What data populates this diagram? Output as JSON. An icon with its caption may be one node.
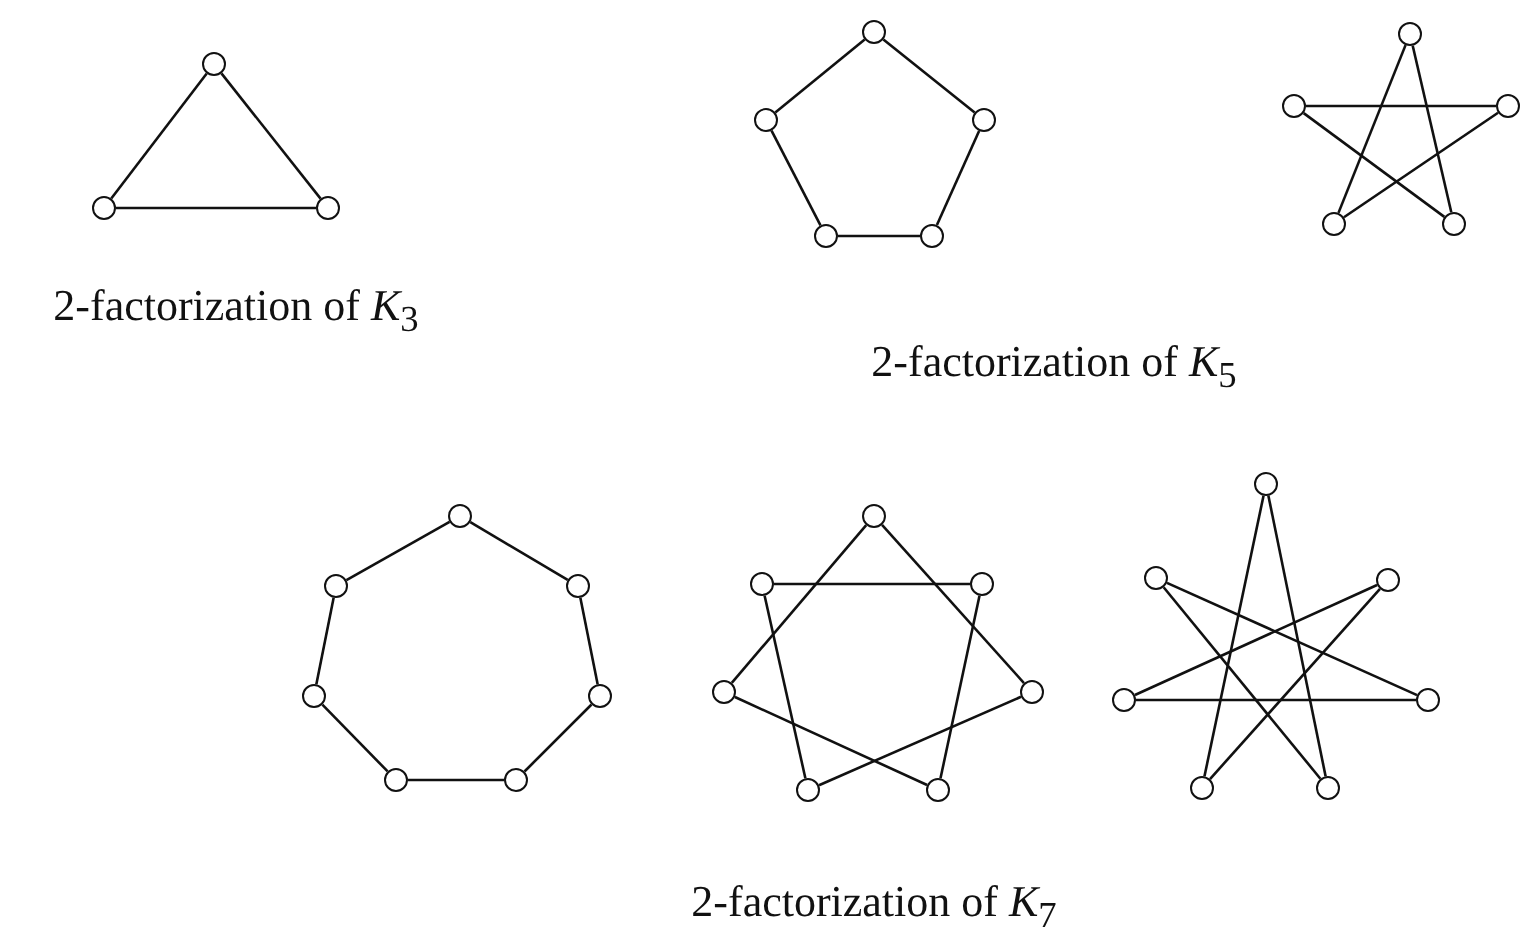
{
  "diagram": {
    "nodes": [
      {
        "text": [],
        "shape": "circle"
      },
      {
        "text": [],
        "shape": "circle"
      },
      {
        "text": [],
        "shape": "circle"
      },
      {
        "text": [],
        "shape": "circle"
      },
      {
        "text": [],
        "shape": "circle"
      },
      {
        "text": [],
        "shape": "circle"
      },
      {
        "text": [],
        "shape": "circle"
      },
      {
        "text": [],
        "shape": "circle"
      },
      {
        "text": [],
        "shape": "circle"
      },
      {
        "text": [],
        "shape": "circle"
      },
      {
        "text": [],
        "shape": "circle"
      },
      {
        "text": [],
        "shape": "circle"
      },
      {
        "text": [],
        "shape": "circle"
      },
      {
        "text": [],
        "shape": "circle"
      },
      {
        "text": [],
        "shape": "circle"
      },
      {
        "text": [],
        "shape": "circle"
      },
      {
        "text": [],
        "shape": "circle"
      },
      {
        "text": [],
        "shape": "circle"
      },
      {
        "text": [],
        "shape": "circle"
      },
      {
        "text": [],
        "shape": "circle"
      },
      {
        "text": [],
        "shape": "circle"
      },
      {
        "text": [],
        "shape": "circle"
      },
      {
        "text": [],
        "shape": "circle"
      },
      {
        "text": [],
        "shape": "circle"
      },
      {
        "text": [],
        "shape": "circle"
      },
      {
        "text": [],
        "shape": "circle"
      },
      {
        "text": [],
        "shape": "circle"
      },
      {
        "text": [],
        "shape": "circle"
      },
      {
        "text": [],
        "shape": "circle"
      },
      {
        "text": [],
        "shape": "circle"
      },
      {
        "text": [],
        "shape": "circle"
      },
      {
        "text": [],
        "shape": "circle"
      },
      {
        "text": [],
        "shape": "circle"
      },
      {
        "text": [],
        "shape": "circle"
      }
    ],
    "edges": [
      {
        "from": 0,
        "to": 1,
        "arrow": "none"
      },
      {
        "from": 1,
        "to": 2,
        "arrow": "none"
      },
      {
        "from": 2,
        "to": 0,
        "arrow": "none"
      },
      {
        "from": 3,
        "to": 4,
        "arrow": "none"
      },
      {
        "from": 4,
        "to": 6,
        "arrow": "none"
      },
      {
        "from": 6,
        "to": 7,
        "arrow": "none"
      },
      {
        "from": 7,
        "to": 5,
        "arrow": "none"
      },
      {
        "from": 5,
        "to": 3,
        "arrow": "none"
      },
      {
        "from": 8,
        "to": 12,
        "arrow": "none"
      },
      {
        "from": 12,
        "to": 9,
        "arrow": "none"
      },
      {
        "from": 9,
        "to": 10,
        "arrow": "none"
      },
      {
        "from": 10,
        "to": 11,
        "arrow": "none"
      },
      {
        "from": 11,
        "to": 8,
        "arrow": "none"
      },
      {
        "from": 13,
        "to": 15,
        "arrow": "none"
      },
      {
        "from": 15,
        "to": 17,
        "arrow": "none"
      },
      {
        "from": 17,
        "to": 19,
        "arrow": "none"
      },
      {
        "from": 19,
        "to": 18,
        "arrow": "none"
      },
      {
        "from": 18,
        "to": 16,
        "arrow": "none"
      },
      {
        "from": 16,
        "to": 14,
        "arrow": "none"
      },
      {
        "from": 14,
        "to": 13,
        "arrow": "none"
      },
      {
        "from": 20,
        "to": 24,
        "arrow": "none"
      },
      {
        "from": 24,
        "to": 25,
        "arrow": "none"
      },
      {
        "from": 25,
        "to": 21,
        "arrow": "none"
      },
      {
        "from": 21,
        "to": 22,
        "arrow": "none"
      },
      {
        "from": 22,
        "to": 26,
        "arrow": "none"
      },
      {
        "from": 26,
        "to": 23,
        "arrow": "none"
      },
      {
        "from": 23,
        "to": 20,
        "arrow": "none"
      },
      {
        "from": 27,
        "to": 33,
        "arrow": "none"
      },
      {
        "from": 33,
        "to": 28,
        "arrow": "none"
      },
      {
        "from": 28,
        "to": 31,
        "arrow": "none"
      },
      {
        "from": 31,
        "to": 30,
        "arrow": "none"
      },
      {
        "from": 30,
        "to": 29,
        "arrow": "none"
      },
      {
        "from": 29,
        "to": 32,
        "arrow": "none"
      },
      {
        "from": 32,
        "to": 27,
        "arrow": "none"
      }
    ],
    "labels": [
      "2-factorization of *K*$_{3}$",
      "2-factorization of *K*$_{5}$",
      "2-factorization of *K*$_{7}$"
    ]
  }
}
